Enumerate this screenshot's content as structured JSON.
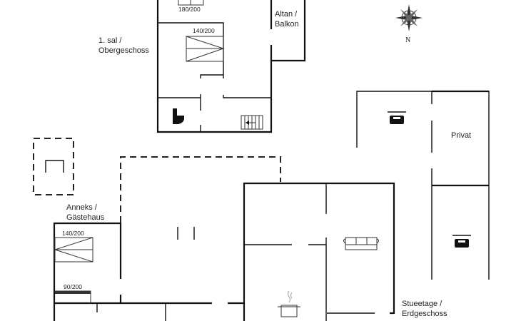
{
  "upper_floor": {
    "label_line1": "1. sal /",
    "label_line2": "Obergeschoss",
    "bed_top": "180/200",
    "bed_main": "140/200",
    "balcony_line1": "Altan /",
    "balcony_line2": "Balkon"
  },
  "annex": {
    "label_line1": "Anneks /",
    "label_line2": "Gästehaus",
    "bed_double": "140/200",
    "bed_single": "90/200"
  },
  "ground_floor": {
    "label_line1": "Stueetage /",
    "label_line2": "Erdgeschoss",
    "private_label": "Privat"
  },
  "compass": {
    "north": "N"
  }
}
